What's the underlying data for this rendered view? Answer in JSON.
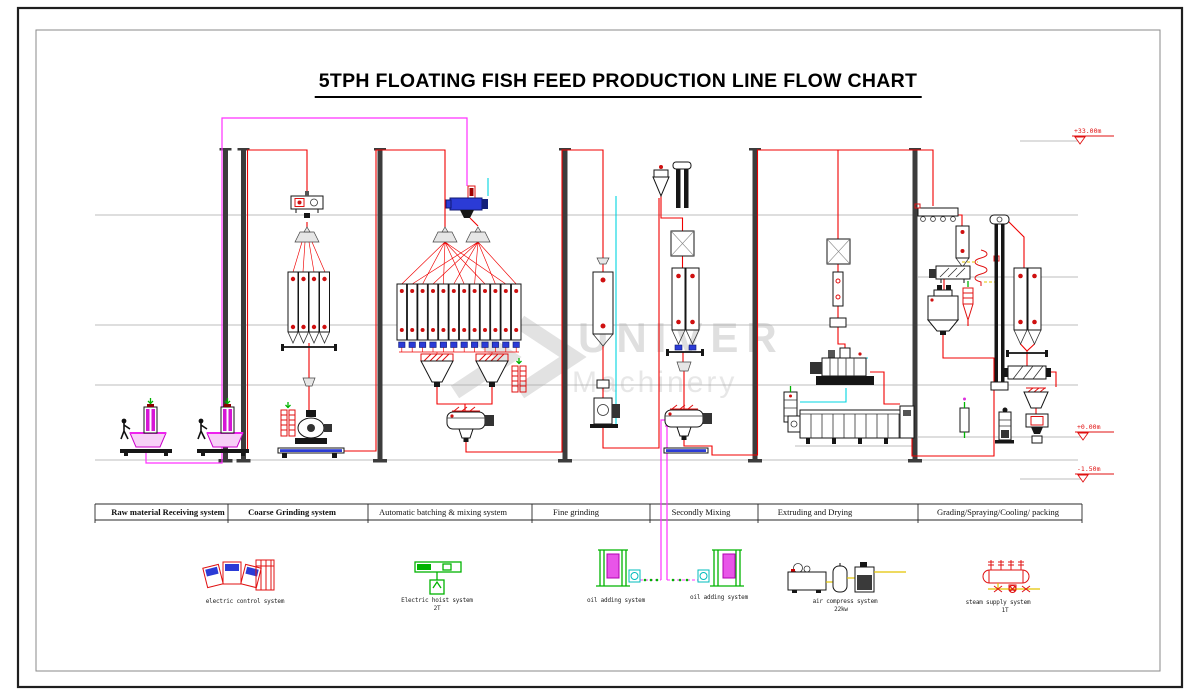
{
  "title": "5TPH FLOATING FISH FEED PRODUCTION LINE FLOW CHART",
  "watermark": {
    "brand": "UNIVER",
    "tagline": "Machinery"
  },
  "elevations": {
    "roof": "+33.00m",
    "ground": "+0.00m",
    "pit": "-1.50m"
  },
  "sections": [
    {
      "label": "Raw material Receiving system"
    },
    {
      "label": "Coarse Grinding system"
    },
    {
      "label": "Automatic batching & mixing system"
    },
    {
      "label": "Fine grinding"
    },
    {
      "label": "Secondly Mixing"
    },
    {
      "label": "Extruding and Drying"
    },
    {
      "label": "Grading/Spraying/Cooling/ packing"
    }
  ],
  "legend": [
    {
      "label": "electric control system",
      "sub": ""
    },
    {
      "label": "Electric hoist system",
      "sub": "2T"
    },
    {
      "label": "oil adding system",
      "sub": ""
    },
    {
      "label": "oil adding system",
      "sub": ""
    },
    {
      "label": "air compress system",
      "sub": "22kw"
    },
    {
      "label": "steam supply system",
      "sub": "1T"
    }
  ],
  "colors": {
    "pipe_red": "#f00000",
    "pipe_magenta": "#ff30ff",
    "pipe_cyan": "#00d4e0",
    "pipe_yellow": "#e3c400",
    "equipment_green": "#00b300",
    "equipment_blue": "#2b3bd6",
    "marker_red": "#e01010",
    "watermark_gray": "#dfdfdf"
  }
}
